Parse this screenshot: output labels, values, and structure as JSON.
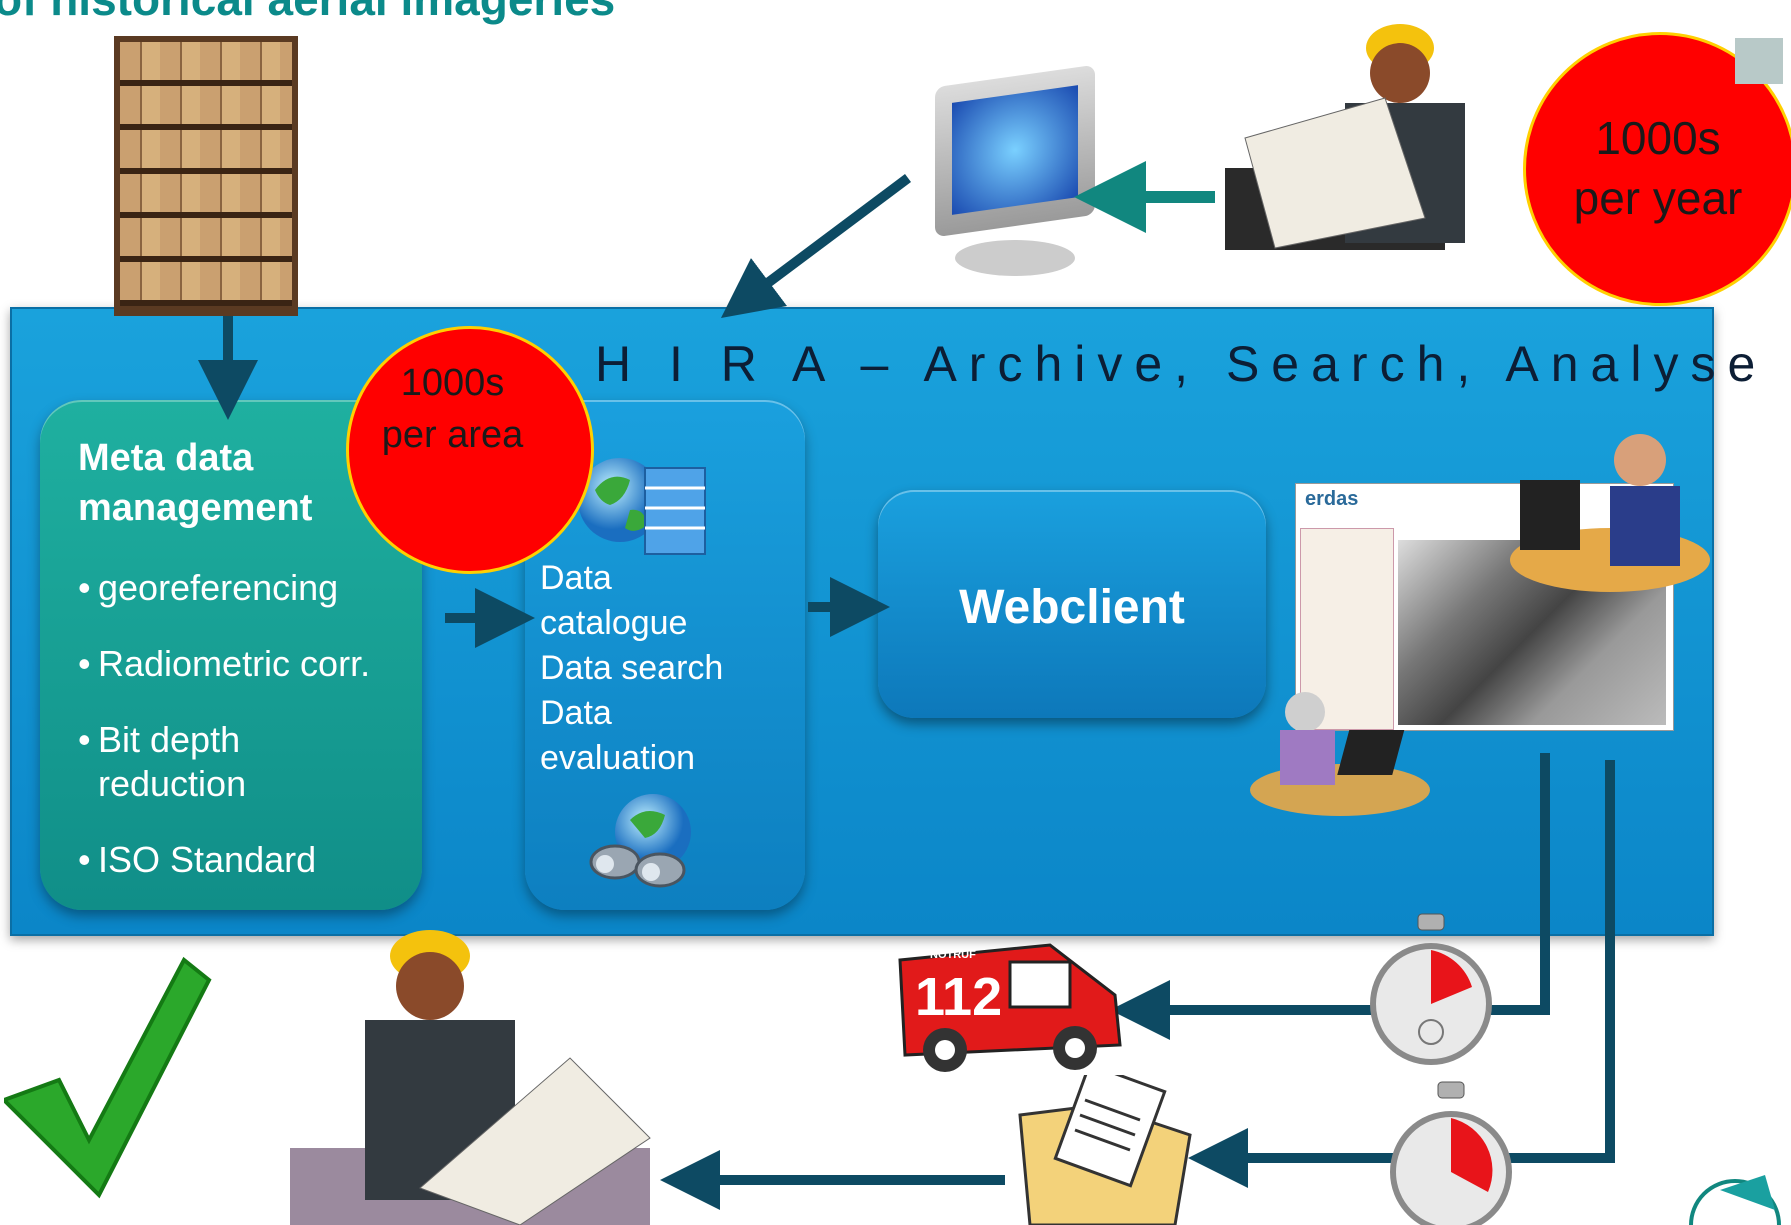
{
  "title": "of historical aerial imageries",
  "panel_title": "H I R A – Archive, Search, Analyse",
  "meta": {
    "title_line1": "Meta data",
    "title_line2": "management",
    "bullets": [
      "georeferencing",
      "Radiometric corr.",
      "Bit depth reduction",
      "ISO Standard"
    ]
  },
  "catalog": {
    "lines": [
      "Data",
      "catalogue",
      "Data search",
      "Data",
      "evaluation"
    ]
  },
  "webclient": {
    "label": "Webclient"
  },
  "circle_area": {
    "line1": "1000s",
    "line2": "per area"
  },
  "circle_year": {
    "line1": "1000s",
    "line2": "per year"
  },
  "erdas": {
    "logo": "erdas"
  },
  "vehicle": {
    "number": "112",
    "sign": "NOTRUF"
  },
  "colors": {
    "title": "#0b8a8a",
    "panel": "#1495d6",
    "meta_box": "#14a096",
    "red_circle": "#ff0000",
    "arrow": "#0d4a63"
  }
}
